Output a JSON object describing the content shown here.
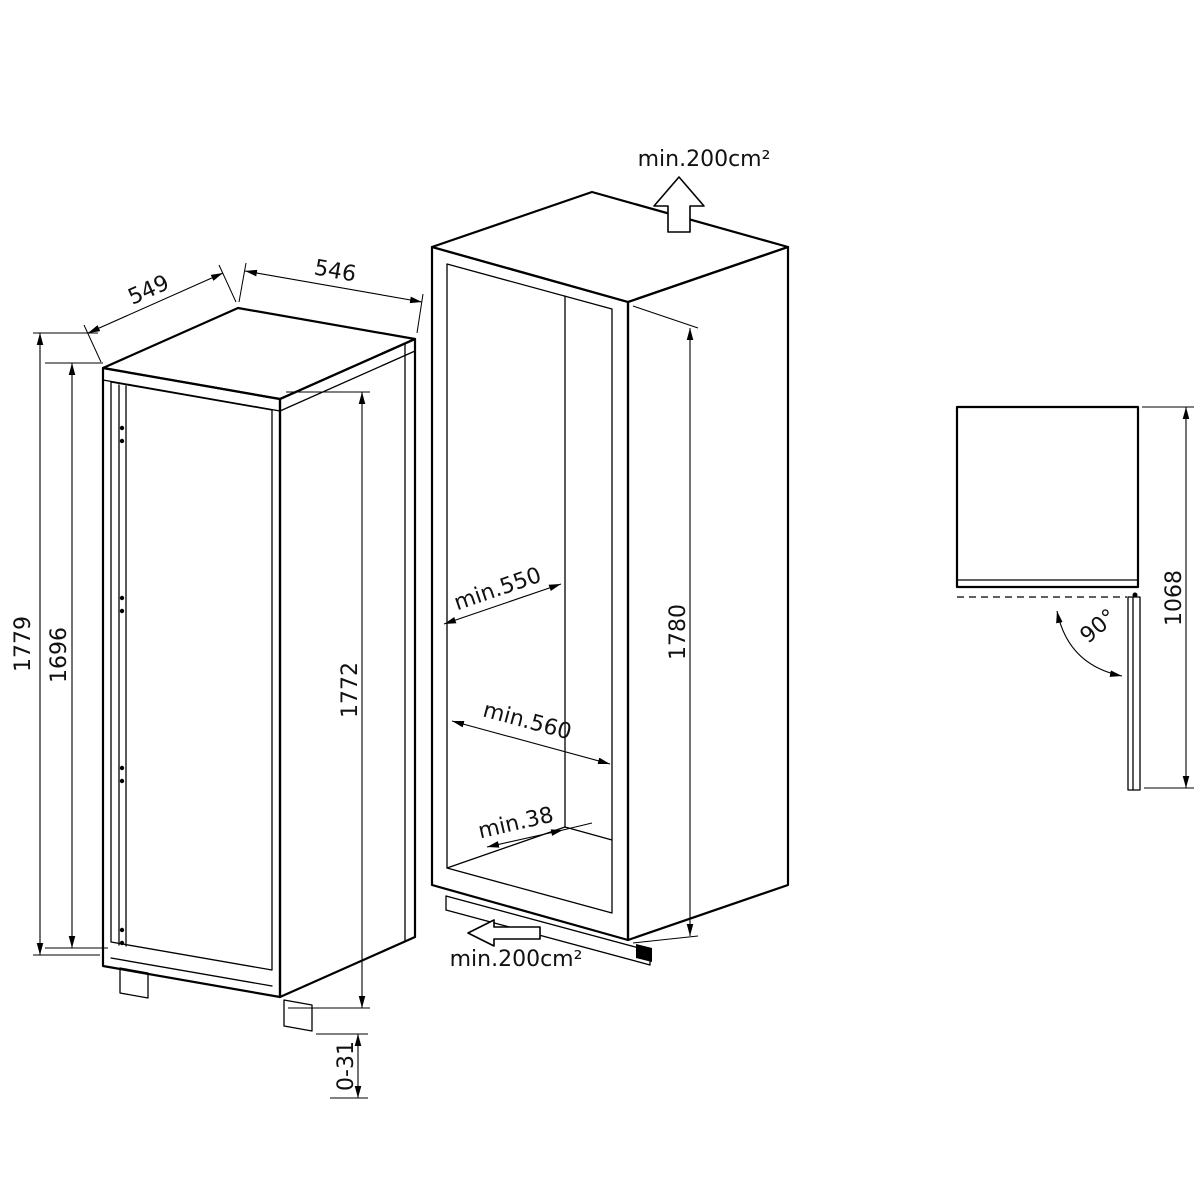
{
  "colors": {
    "line": "#000000",
    "background": "#ffffff"
  },
  "appliance_view": {
    "dim_top_depth": "549",
    "dim_top_width": "546",
    "dim_overall_height": "1779",
    "dim_door_height": "1696",
    "dim_body_height": "1772",
    "dim_feet_range": "0-31"
  },
  "niche_view": {
    "label_top_vent": "min.200cm²",
    "dim_depth": "min.550",
    "dim_width": "min.560",
    "dim_rear_gap": "min.38",
    "dim_height": "1780",
    "label_bottom_vent": "min.200cm²"
  },
  "top_view": {
    "label_door_angle": "90°",
    "dim_door_clearance": "1068"
  }
}
